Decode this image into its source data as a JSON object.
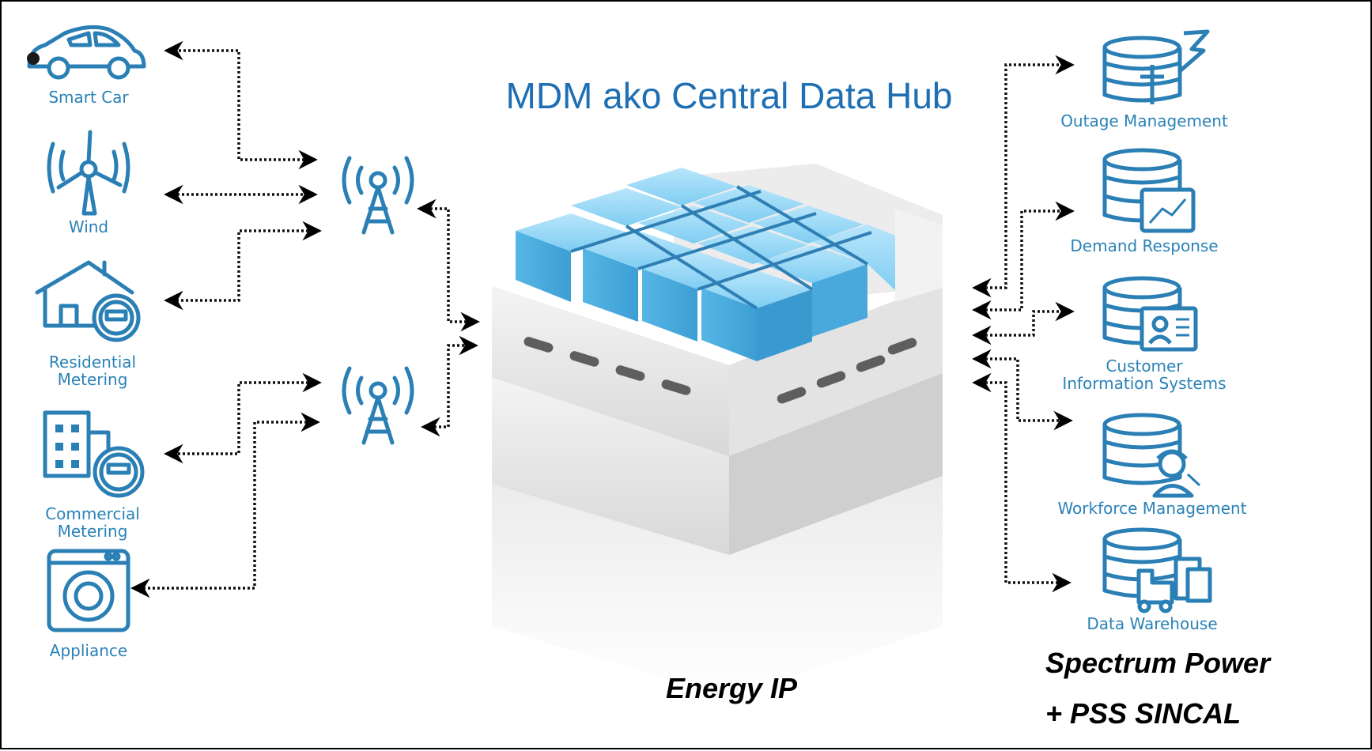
{
  "title": "MDM ako Central Data Hub",
  "left_nodes": {
    "smart_car": "Smart Car",
    "wind": "Wind",
    "residential": [
      "Residential",
      "Metering"
    ],
    "commercial": [
      "Commercial",
      "Metering"
    ],
    "appliance": "Appliance"
  },
  "right_nodes": {
    "outage": "Outage Management",
    "demand": "Demand Response",
    "customer": [
      "Customer",
      "Information Systems"
    ],
    "workforce": "Workforce Management",
    "warehouse": "Data Warehouse"
  },
  "center_label": "Energy IP",
  "brand": [
    "Spectrum Power",
    "+ PSS SINCAL"
  ],
  "colors": {
    "icon": "#2a7fb5",
    "text": "#2a82b7",
    "title": "#1e6fb3",
    "cube_blue": "#6cc3ef"
  }
}
